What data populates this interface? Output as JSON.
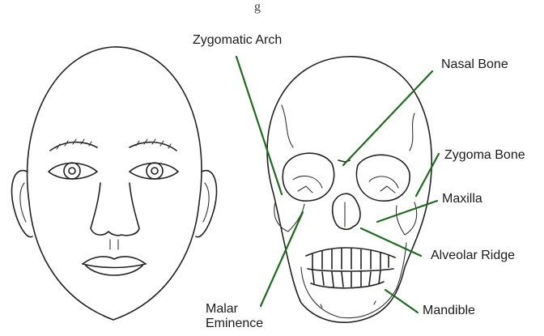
{
  "caption_fragment": "g",
  "labels": {
    "zygomatic_arch": "Zygomatic Arch",
    "nasal_bone": "Nasal Bone",
    "zygoma_bone": "Zygoma Bone",
    "maxilla": "Maxilla",
    "alveolar_ridge": "Alveolar Ridge",
    "mandible": "Mandible",
    "malar_line1": "Malar",
    "malar_line2": "Eminence"
  },
  "colors": {
    "leader": "#1f6b1f",
    "ink": "#222222",
    "background": "#ffffff"
  }
}
